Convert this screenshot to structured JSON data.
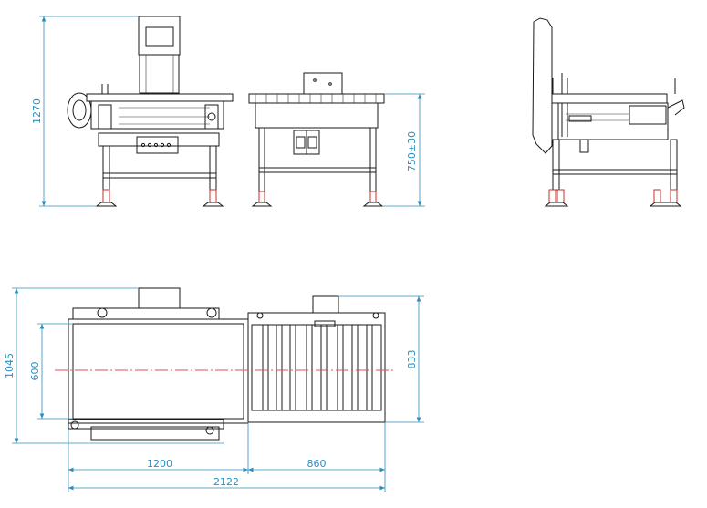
{
  "dimensions": {
    "front_height": "1270",
    "table_height": "750±30",
    "top_depth": "1045",
    "belt_width": "600",
    "roller_width": "833",
    "checkweigher_length": "1200",
    "reject_length": "860",
    "total_length": "2122"
  },
  "colors": {
    "dimension": "#2a8fbf",
    "centerline": "#d9534f",
    "drawing": "#1a1a1a"
  }
}
